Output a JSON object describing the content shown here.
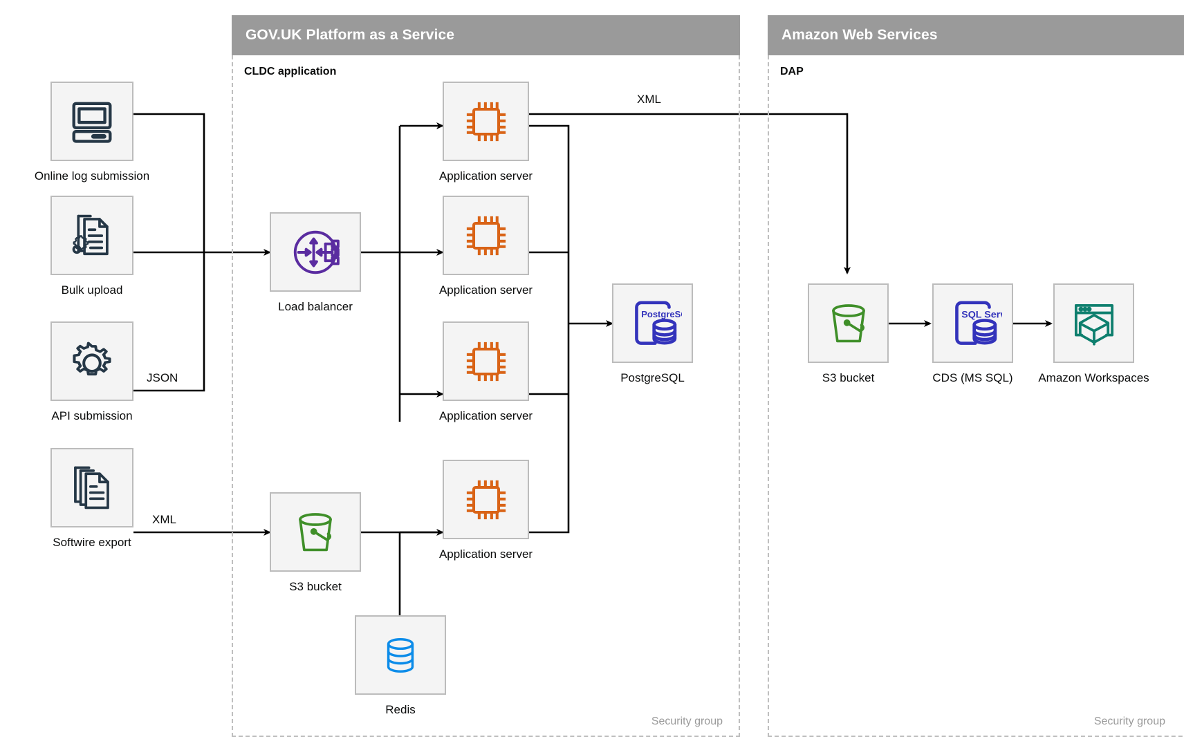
{
  "groups": [
    {
      "id": "paas",
      "title": "GOV.UK Platform as a Service",
      "sub_label": "CLDC application",
      "security_label": "Security group"
    },
    {
      "id": "aws",
      "title": "Amazon Web Services",
      "sub_label": "DAP",
      "security_label": "Security group"
    }
  ],
  "nodes": {
    "online_log": {
      "label": "Online log submission",
      "icon": "desktop-computer-icon"
    },
    "bulk_upload": {
      "label": "Bulk upload",
      "icon": "document-gear-icon"
    },
    "api_submission": {
      "label": "API submission",
      "icon": "gear-icon"
    },
    "softwire_export": {
      "label": "Softwire export",
      "icon": "document-stack-icon"
    },
    "load_balancer": {
      "label": "Load balancer",
      "icon": "load-balancer-icon"
    },
    "app_server_1": {
      "label": "Application server",
      "icon": "cpu-chip-icon"
    },
    "app_server_2": {
      "label": "Application server",
      "icon": "cpu-chip-icon"
    },
    "app_server_3": {
      "label": "Application server",
      "icon": "cpu-chip-icon"
    },
    "app_server_4": {
      "label": "Application server",
      "icon": "cpu-chip-icon"
    },
    "postgresql": {
      "label": "PostgreSQL",
      "icon": "postgresql-icon",
      "badge": "PostgreSQL"
    },
    "s3_paas": {
      "label": "S3 bucket",
      "icon": "s3-bucket-icon"
    },
    "redis": {
      "label": "Redis",
      "icon": "redis-database-icon"
    },
    "s3_aws": {
      "label": "S3 bucket",
      "icon": "s3-bucket-icon"
    },
    "cds": {
      "label": "CDS (MS SQL)",
      "icon": "sql-server-icon",
      "badge": "SQL Server"
    },
    "workspaces": {
      "label": "Amazon Workspaces",
      "icon": "amazon-workspaces-icon"
    }
  },
  "edge_labels": {
    "json": "JSON",
    "xml_softwire": "XML",
    "xml_dap": "XML"
  },
  "colors": {
    "header_grey": "#9a9a9a",
    "node_fill": "#f4f4f4",
    "node_border": "#bcbcbc",
    "dashed_border": "#bfbfbf",
    "icon_dark": "#253746",
    "icon_orange": "#d96316",
    "icon_purple": "#5a2ca0",
    "icon_blue": "#3333bb",
    "icon_green": "#3f8f29",
    "icon_cyan": "#0c8ce9",
    "icon_teal": "#0e7f6e",
    "wire": "#000000",
    "text": "#0b0c0c"
  }
}
